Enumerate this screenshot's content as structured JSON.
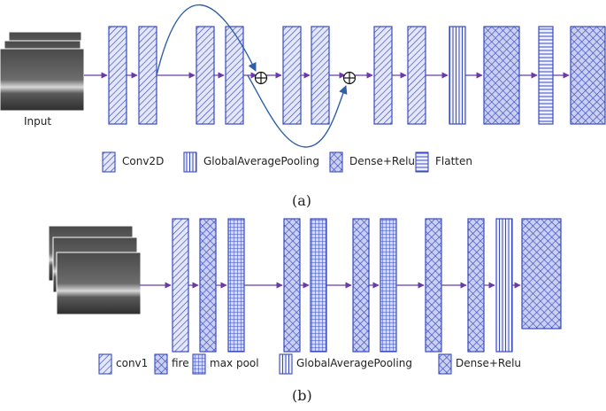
{
  "panel_a": {
    "input_label": "Input",
    "caption": "(a)",
    "skip_symbol": "⊕",
    "legend": [
      {
        "key": "conv2d",
        "label": "Conv2D",
        "pattern": "diag"
      },
      {
        "key": "gap",
        "label": "GlobalAveragePooling",
        "pattern": "vert"
      },
      {
        "key": "dense",
        "label": "Dense+Relu",
        "pattern": "cross"
      },
      {
        "key": "flatten",
        "label": "Flatten",
        "pattern": "horiz"
      }
    ]
  },
  "panel_b": {
    "caption": "(b)",
    "legend": [
      {
        "key": "conv1",
        "label": "conv1",
        "pattern": "diag"
      },
      {
        "key": "fire",
        "label": "fire",
        "pattern": "cross"
      },
      {
        "key": "maxpool",
        "label": "max pool",
        "pattern": "grid"
      },
      {
        "key": "gap",
        "label": "GlobalAveragePooling",
        "pattern": "vert"
      },
      {
        "key": "dense",
        "label": "Dense+Relu",
        "pattern": "cross"
      }
    ]
  },
  "colors": {
    "block_fill": "#c6cef0",
    "block_stroke": "#3a4ac0",
    "arrow": "#6a3aa8",
    "skip_arrow": "#2e5fa8"
  }
}
